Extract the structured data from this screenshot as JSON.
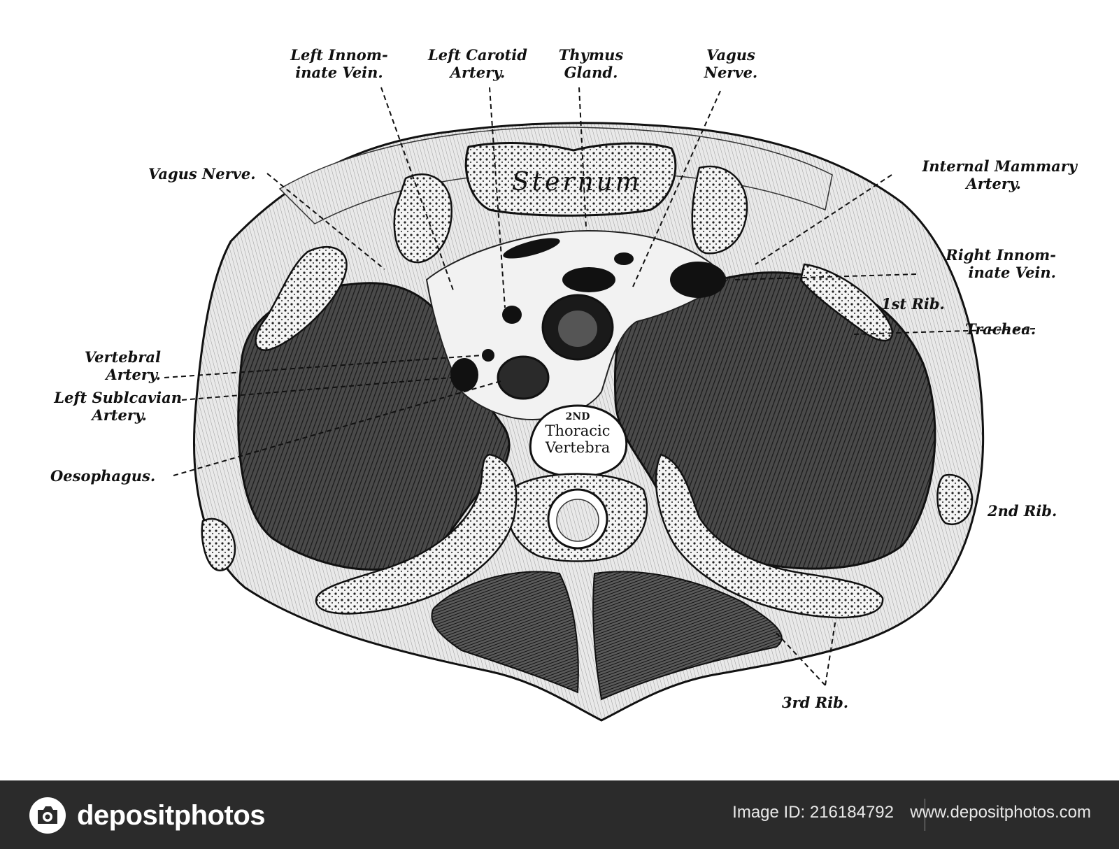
{
  "labels": {
    "left_innominate_vein": [
      "Left Innom-",
      "inate Vein."
    ],
    "left_carotid_artery": [
      "Left Carotid",
      "Artery."
    ],
    "thymus_gland": [
      "Thymus",
      "Gland."
    ],
    "vagus_nerve_top": [
      "Vagus",
      "Nerve."
    ],
    "vagus_nerve_left": "Vagus Nerve.",
    "internal_mammary_artery": [
      "Internal Mammary",
      "Artery."
    ],
    "right_innominate_vein": [
      "Right Innom-",
      "inate Vein."
    ],
    "first_rib": "1st Rib.",
    "trachea": "Trachea.",
    "vertebral_artery": [
      "Vertebral",
      "Artery."
    ],
    "left_subclavian_artery": [
      "Left Sublcavian",
      "Artery."
    ],
    "oesophagus": "Oesophagus.",
    "second_rib": "2nd Rib.",
    "third_rib": "3rd Rib."
  },
  "organ_text": {
    "sternum": "Sternum",
    "vertebra_sup": "2ND",
    "vertebra_line1": "Thoracic",
    "vertebra_line2": "Vertebra"
  },
  "footer": {
    "brand": "depositphotos",
    "image_id": "Image ID: 216184792",
    "site": "www.depositphotos.com"
  },
  "colors": {
    "footer_bg": "#2b2b2b",
    "ink": "#111111",
    "lung_fill": "#3a3a3a"
  }
}
